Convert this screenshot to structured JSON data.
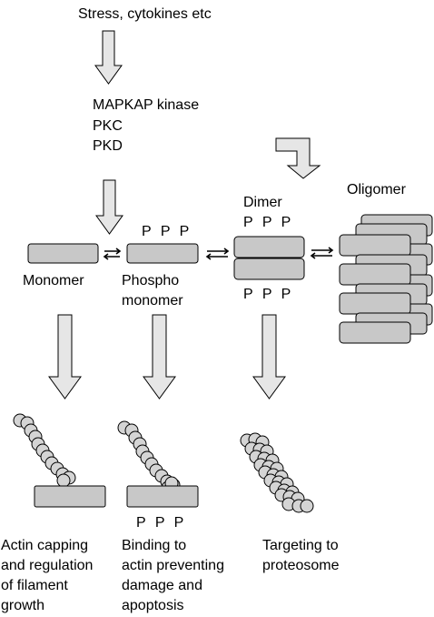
{
  "stimulus": "Stress, cytokines etc",
  "kinases": [
    "MAPKAP kinase",
    "PKC",
    "PKD"
  ],
  "states": {
    "monomer": "Monomer",
    "phospho_monomer": [
      "Phospho",
      "monomer"
    ],
    "dimer": "Dimer",
    "oligomer": "Oligomer"
  },
  "phospho_mark": "P P P",
  "outcomes": {
    "actin_capping": [
      "Actin capping",
      "and regulation",
      "of filament",
      "growth"
    ],
    "binding_actin": [
      "Binding to",
      "actin preventing",
      "damage and",
      "apoptosis"
    ],
    "proteosome": [
      "Targeting to",
      "proteosome"
    ]
  },
  "colors": {
    "block_fill": "#c8c8c8",
    "arrow_fill": "#e6e6e6",
    "stroke": "#000000",
    "bead_fill": "#d4d4d4"
  }
}
